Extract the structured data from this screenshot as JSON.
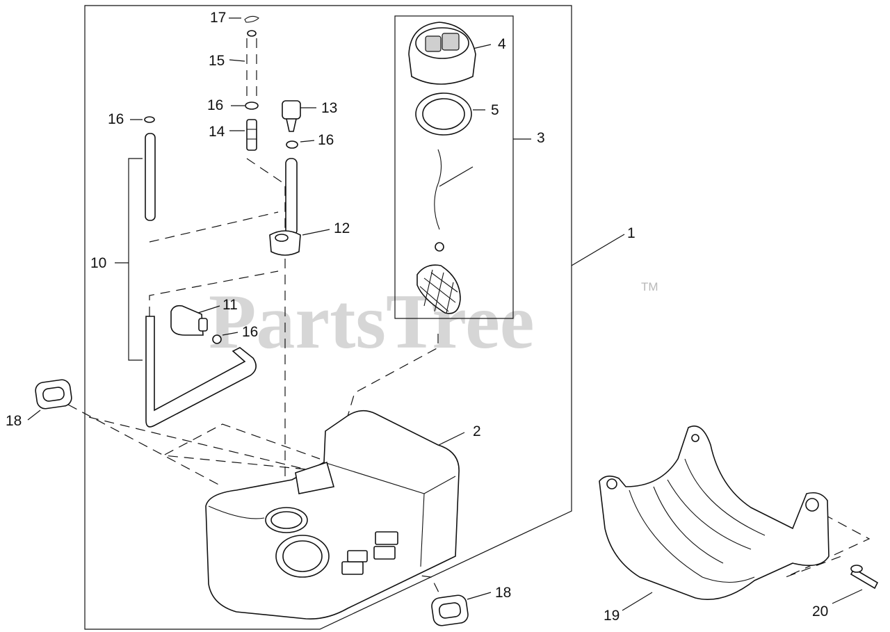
{
  "watermark": {
    "text": "PartsTree",
    "trademark": "TM"
  },
  "callouts": {
    "c1": "1",
    "c2": "2",
    "c3": "3",
    "c4": "4",
    "c5": "5",
    "c10": "10",
    "c11": "11",
    "c12": "12",
    "c13": "13",
    "c14": "14",
    "c15": "15",
    "c16a": "16",
    "c16b": "16",
    "c16c": "16",
    "c16d": "16",
    "c17": "17",
    "c18a": "18",
    "c18b": "18",
    "c19": "19",
    "c20": "20"
  }
}
